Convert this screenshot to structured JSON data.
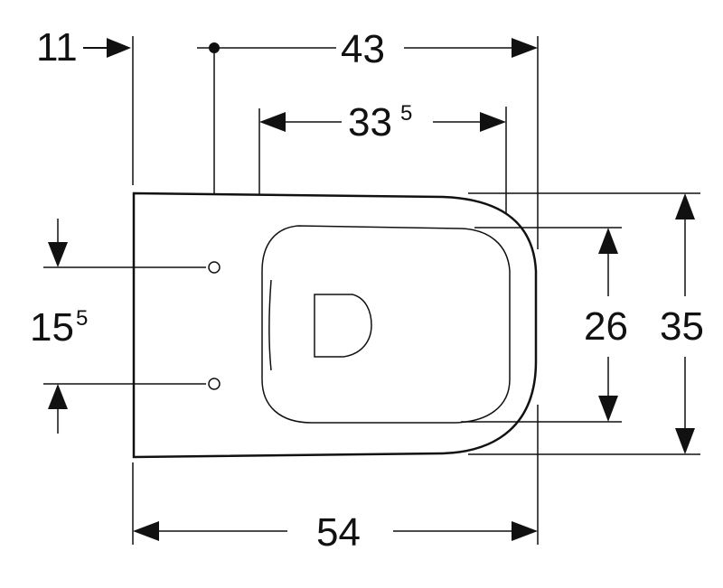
{
  "dimensions": {
    "offset_left": "11",
    "fixing_distance_total": "43",
    "inner_width_main": "33",
    "inner_width_sup": "5",
    "fixing_spacing_main": "15",
    "fixing_spacing_sup": "5",
    "inner_depth": "26",
    "overall_depth": "35",
    "overall_length": "54"
  }
}
